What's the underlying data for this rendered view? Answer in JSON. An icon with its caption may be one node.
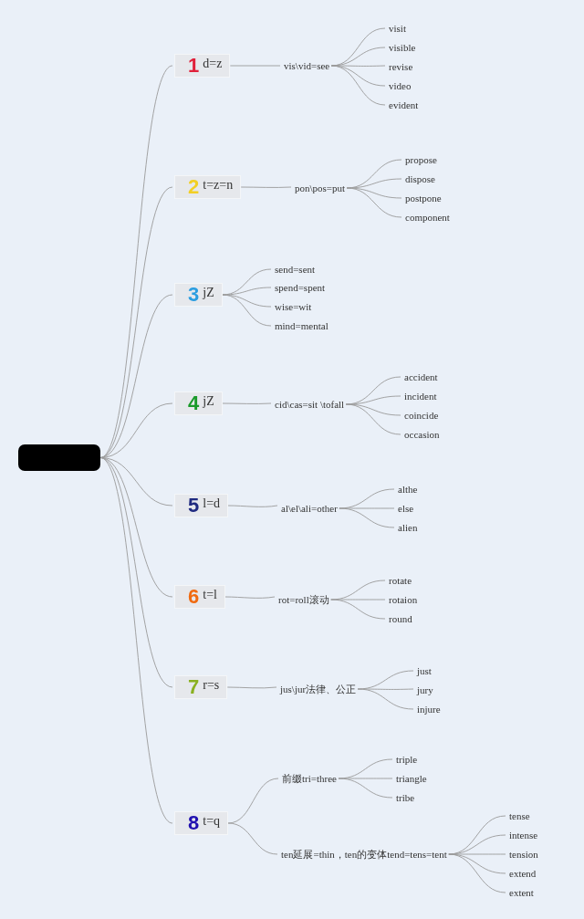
{
  "diagram": {
    "nodes": [
      {
        "text": [],
        "shape": "box"
      },
      {
        "text": [
          "1",
          "d=z"
        ]
      },
      {
        "text": [
          "vis\\vid=see"
        ]
      },
      {
        "text": [
          "visit"
        ]
      },
      {
        "text": [
          "visible"
        ]
      },
      {
        "text": [
          "revise"
        ]
      },
      {
        "text": [
          "video"
        ]
      },
      {
        "text": [
          "evident"
        ]
      },
      {
        "text": [
          "2",
          "t=z=n"
        ]
      },
      {
        "text": [
          "pon\\pos=put"
        ]
      },
      {
        "text": [
          "propose"
        ]
      },
      {
        "text": [
          "dispose"
        ]
      },
      {
        "text": [
          "postpone"
        ]
      },
      {
        "text": [
          "component"
        ]
      },
      {
        "text": [
          "3",
          "jZ"
        ]
      },
      {
        "text": [
          "send=sent"
        ]
      },
      {
        "text": [
          "spend=spent"
        ]
      },
      {
        "text": [
          "wise=wit"
        ]
      },
      {
        "text": [
          "mind=mental"
        ]
      },
      {
        "text": [
          "4",
          "jZ"
        ]
      },
      {
        "text": [
          "cid\\cas=sit \\tofall"
        ]
      },
      {
        "text": [
          "accident"
        ]
      },
      {
        "text": [
          "incident"
        ]
      },
      {
        "text": [
          "coincide"
        ]
      },
      {
        "text": [
          "occasion"
        ]
      },
      {
        "text": [
          "5",
          "l=d"
        ]
      },
      {
        "text": [
          "al\\el\\ali=other"
        ]
      },
      {
        "text": [
          "althe"
        ]
      },
      {
        "text": [
          "else"
        ]
      },
      {
        "text": [
          "alien"
        ]
      },
      {
        "text": [
          "6",
          "t=l"
        ]
      },
      {
        "text": [
          "rot=roll滚动"
        ]
      },
      {
        "text": [
          "rotate"
        ]
      },
      {
        "text": [
          "rotaion"
        ]
      },
      {
        "text": [
          "round"
        ]
      },
      {
        "text": [
          "7",
          "r=s"
        ]
      },
      {
        "text": [
          "jus\\jur法律、公正"
        ]
      },
      {
        "text": [
          "just"
        ]
      },
      {
        "text": [
          "jury"
        ]
      },
      {
        "text": [
          "injure"
        ]
      },
      {
        "text": [
          "8",
          "t=q"
        ]
      },
      {
        "text": [
          "前缀tri=three"
        ]
      },
      {
        "text": [
          "triple"
        ]
      },
      {
        "text": [
          "triangle"
        ]
      },
      {
        "text": [
          "tribe"
        ]
      },
      {
        "text": [
          "ten延展=thin，ten的变体tend=tens=tent"
        ]
      },
      {
        "text": [
          "tense"
        ]
      },
      {
        "text": [
          "intense"
        ]
      },
      {
        "text": [
          "tension"
        ]
      },
      {
        "text": [
          "extend"
        ]
      },
      {
        "text": [
          "extent"
        ]
      }
    ],
    "edges": [
      {
        "from": 0,
        "to": 1,
        "arrow": "none"
      },
      {
        "from": 1,
        "to": 2,
        "arrow": "none"
      },
      {
        "from": 2,
        "to": 3,
        "arrow": "none"
      },
      {
        "from": 2,
        "to": 4,
        "arrow": "none"
      },
      {
        "from": 2,
        "to": 5,
        "arrow": "none"
      },
      {
        "from": 2,
        "to": 6,
        "arrow": "none"
      },
      {
        "from": 2,
        "to": 7,
        "arrow": "none"
      },
      {
        "from": 0,
        "to": 8,
        "arrow": "none"
      },
      {
        "from": 8,
        "to": 9,
        "arrow": "none"
      },
      {
        "from": 9,
        "to": 10,
        "arrow": "none"
      },
      {
        "from": 9,
        "to": 11,
        "arrow": "none"
      },
      {
        "from": 9,
        "to": 12,
        "arrow": "none"
      },
      {
        "from": 9,
        "to": 13,
        "arrow": "none"
      },
      {
        "from": 0,
        "to": 14,
        "arrow": "none"
      },
      {
        "from": 14,
        "to": 15,
        "arrow": "none"
      },
      {
        "from": 14,
        "to": 16,
        "arrow": "none"
      },
      {
        "from": 14,
        "to": 17,
        "arrow": "none"
      },
      {
        "from": 14,
        "to": 18,
        "arrow": "none"
      },
      {
        "from": 0,
        "to": 19,
        "arrow": "none"
      },
      {
        "from": 19,
        "to": 20,
        "arrow": "none"
      },
      {
        "from": 20,
        "to": 21,
        "arrow": "none"
      },
      {
        "from": 20,
        "to": 22,
        "arrow": "none"
      },
      {
        "from": 20,
        "to": 23,
        "arrow": "none"
      },
      {
        "from": 20,
        "to": 24,
        "arrow": "none"
      },
      {
        "from": 0,
        "to": 25,
        "arrow": "none"
      },
      {
        "from": 25,
        "to": 26,
        "arrow": "none"
      },
      {
        "from": 26,
        "to": 27,
        "arrow": "none"
      },
      {
        "from": 26,
        "to": 28,
        "arrow": "none"
      },
      {
        "from": 26,
        "to": 29,
        "arrow": "none"
      },
      {
        "from": 0,
        "to": 30,
        "arrow": "none"
      },
      {
        "from": 30,
        "to": 31,
        "arrow": "none"
      },
      {
        "from": 31,
        "to": 32,
        "arrow": "none"
      },
      {
        "from": 31,
        "to": 33,
        "arrow": "none"
      },
      {
        "from": 31,
        "to": 34,
        "arrow": "none"
      },
      {
        "from": 0,
        "to": 35,
        "arrow": "none"
      },
      {
        "from": 35,
        "to": 36,
        "arrow": "none"
      },
      {
        "from": 36,
        "to": 37,
        "arrow": "none"
      },
      {
        "from": 36,
        "to": 38,
        "arrow": "none"
      },
      {
        "from": 36,
        "to": 39,
        "arrow": "none"
      },
      {
        "from": 0,
        "to": 40,
        "arrow": "none"
      },
      {
        "from": 40,
        "to": 41,
        "arrow": "none"
      },
      {
        "from": 41,
        "to": 42,
        "arrow": "none"
      },
      {
        "from": 41,
        "to": 43,
        "arrow": "none"
      },
      {
        "from": 41,
        "to": 44,
        "arrow": "none"
      },
      {
        "from": 40,
        "to": 45,
        "arrow": "none"
      },
      {
        "from": 45,
        "to": 46,
        "arrow": "none"
      },
      {
        "from": 45,
        "to": 47,
        "arrow": "none"
      },
      {
        "from": 45,
        "to": 48,
        "arrow": "none"
      },
      {
        "from": 45,
        "to": 49,
        "arrow": "none"
      },
      {
        "from": 45,
        "to": 50,
        "arrow": "none"
      }
    ]
  }
}
